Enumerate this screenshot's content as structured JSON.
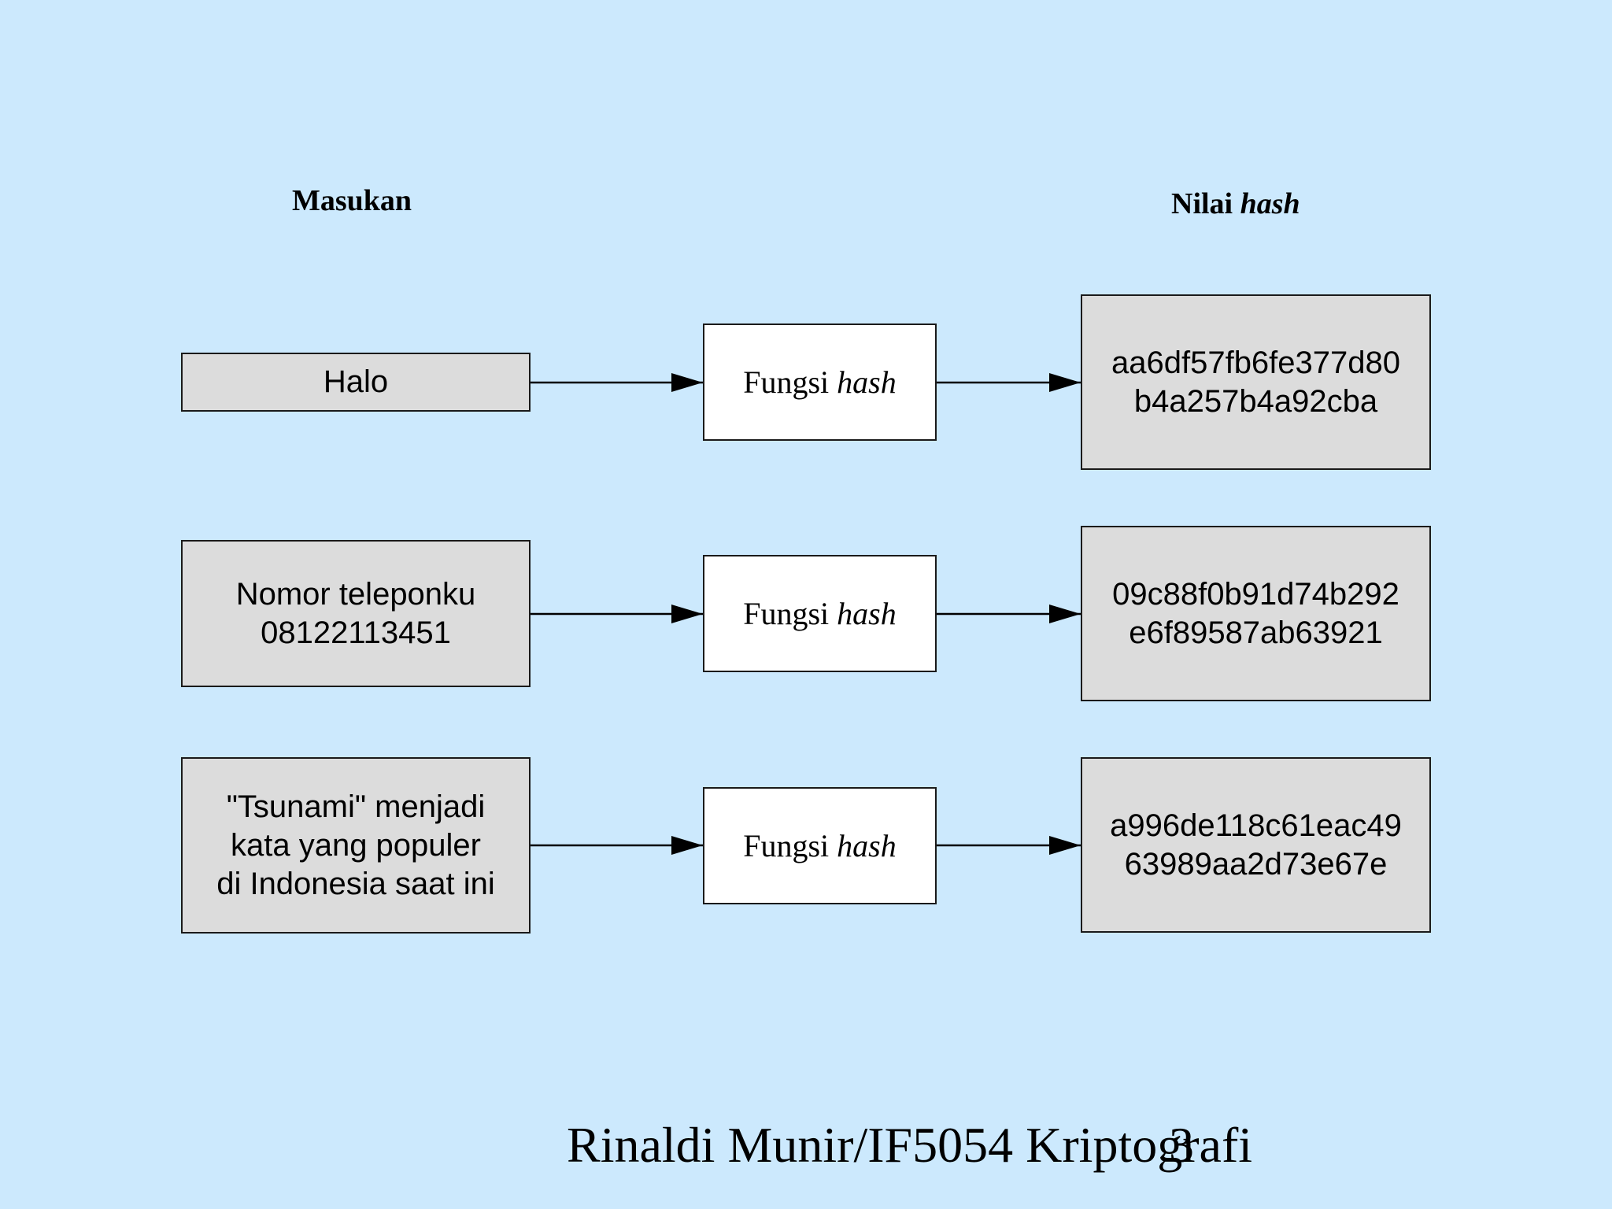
{
  "headings": {
    "input": "Masukan",
    "output_prefix": "Nilai ",
    "output_em": "hash"
  },
  "rows": [
    {
      "input_lines": [
        "Halo"
      ],
      "function_prefix": "Fungsi ",
      "function_em": "hash",
      "output_lines": [
        "aa6df57fb6fe377d80",
        "b4a257b4a92cba"
      ]
    },
    {
      "input_lines": [
        "Nomor teleponku",
        "08122113451"
      ],
      "function_prefix": "Fungsi ",
      "function_em": "hash",
      "output_lines": [
        "09c88f0b91d74b292",
        "e6f89587ab63921"
      ]
    },
    {
      "input_lines": [
        "\"Tsunami\" menjadi",
        "kata yang populer",
        "di Indonesia saat ini"
      ],
      "function_prefix": "Fungsi ",
      "function_em": "hash",
      "output_lines": [
        "a996de118c61eac49",
        "63989aa2d73e67e"
      ]
    }
  ],
  "footer": {
    "text": "Rinaldi Munir/IF5054 Kriptografi",
    "page_number": "3"
  }
}
